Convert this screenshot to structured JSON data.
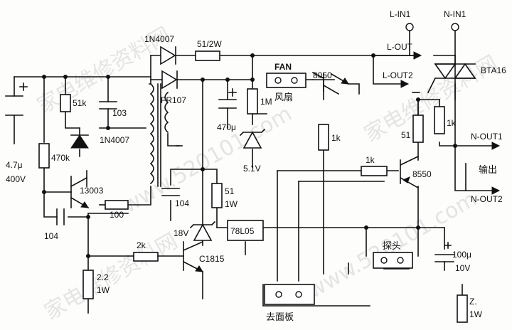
{
  "labels": {
    "c_in": "4.7μ",
    "c_in_v": "400V",
    "r_51k": "51k",
    "c_103": "103",
    "d_1n4007_a": "1N4007",
    "d_1n4007_b": "1N4007",
    "r_470k": "470k",
    "q_13003": "13003",
    "c_104a": "104",
    "r_100": "100",
    "r_2_2": "2.2",
    "r_2_2_w": "1W",
    "r_2k": "2k",
    "q_c1815": "C1815",
    "d_fr107": "FR107",
    "r_51_2w": "51/2W",
    "c_470": "470μ",
    "r_1m": "1M",
    "z_5v1": "5.1V",
    "fan": "FAN",
    "fan_cn": "风扇",
    "q_8050": "8050",
    "r_1k_a": "1k",
    "r_1k_b": "1k",
    "r_1k_c": "1k",
    "q_8550": "8550",
    "r_51_out": "51",
    "triac": "BTA16",
    "l_in1": "L-IN1",
    "n_in1": "N-IN1",
    "l_out": "L-OUT",
    "l_out2": "L-OUT2",
    "n_out1": "N-OUT1",
    "n_out2": "N-OUT2",
    "out_cn": "输出",
    "c_104b": "104",
    "z_18v": "18V",
    "r_51_1w": "51",
    "r_51_1w_w": "1W",
    "reg": "78L05",
    "probe": "探头",
    "c_100": "100μ",
    "c_100_v": "10V",
    "r_z": "Z.",
    "r_z_w": "1W",
    "sensor": "去面板"
  },
  "watermark": {
    "text_a": "家电维修资料网",
    "text_b": "www.520101.com"
  }
}
